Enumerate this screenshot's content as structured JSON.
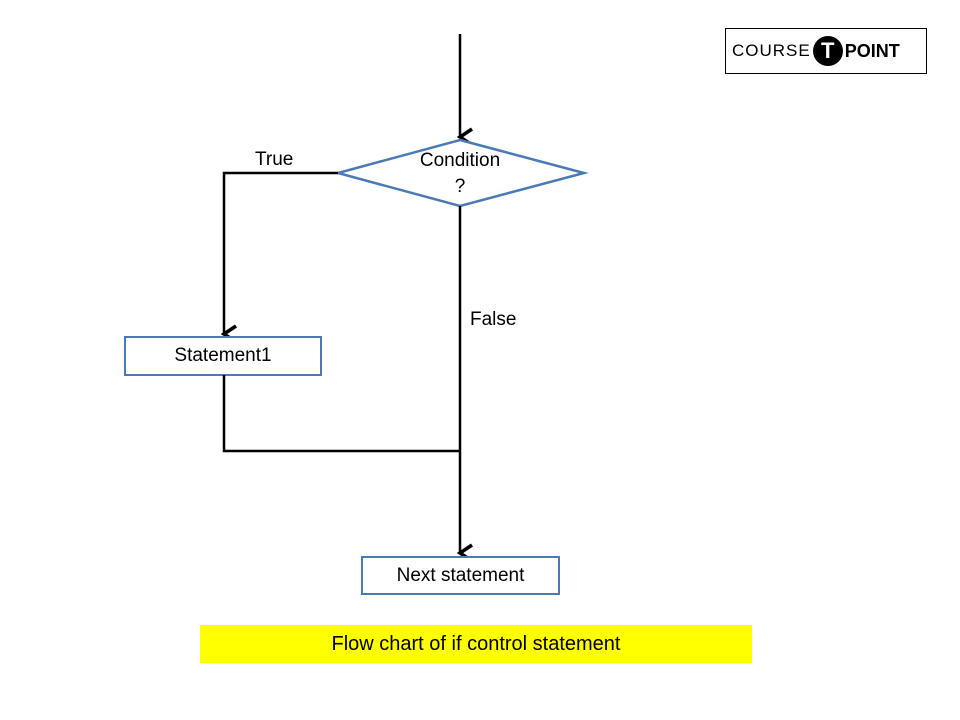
{
  "diagram": {
    "decision": {
      "line1": "Condition",
      "line2": "?"
    },
    "branch_true_label": "True",
    "branch_false_label": "False",
    "statement_box": "Statement1",
    "next_box": "Next statement"
  },
  "caption": {
    "text": "Flow chart of if control statement"
  },
  "logo": {
    "word1": "COURSE",
    "mark": "T",
    "word2": "POINT"
  },
  "colors": {
    "shape_outline": "#4a7ab5",
    "connector": "#000000",
    "caption_highlight": "#ffff00",
    "logo_dark": "#000000"
  }
}
